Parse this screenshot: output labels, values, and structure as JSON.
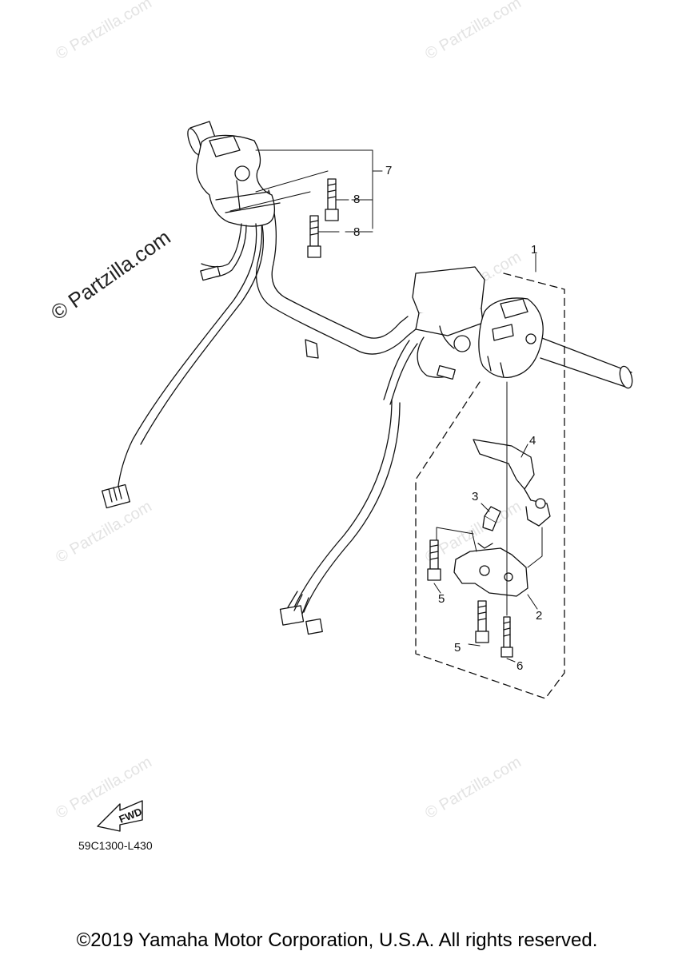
{
  "watermarks": {
    "faint": "© Partzilla.com",
    "prominent": "© Partzilla.com"
  },
  "callouts": {
    "c1": "1",
    "c2": "2",
    "c3": "3",
    "c4": "4",
    "c5a": "5",
    "c5b": "5",
    "c6": "6",
    "c7": "7",
    "c8a": "8",
    "c8b": "8"
  },
  "fwd_label": "FWD",
  "diagram_code": "59C1300-L430",
  "copyright": "©2019 Yamaha Motor Corporation, U.S.A. All rights reserved.",
  "colors": {
    "line": "#111111",
    "watermark": "#e3e3e3"
  }
}
